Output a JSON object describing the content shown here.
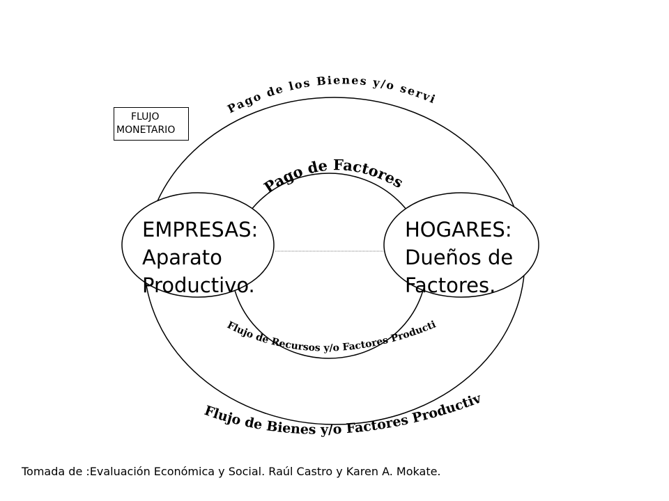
{
  "flow_box": {
    "line1": "FLUJO",
    "line2": "MONETARIO"
  },
  "empresas": {
    "line1": "EMPRESAS:",
    "line2": "Aparato",
    "line3": "Productivo."
  },
  "hogares": {
    "line1": "HOGARES:",
    "line2": "Dueños de",
    "line3": "Factores."
  },
  "arcs": {
    "outer_top": "Pago de los Bienes y/o servicios",
    "inner_top": "Pago de Factores",
    "inner_bottom": "Flujo de Recursos y/o Factores Productivos",
    "outer_bottom": "Flujo de Bienes y/o Factores Productivos"
  },
  "caption": "Tomada de :Evaluación Económica y Social. Raúl Castro y Karen A. Mokate."
}
